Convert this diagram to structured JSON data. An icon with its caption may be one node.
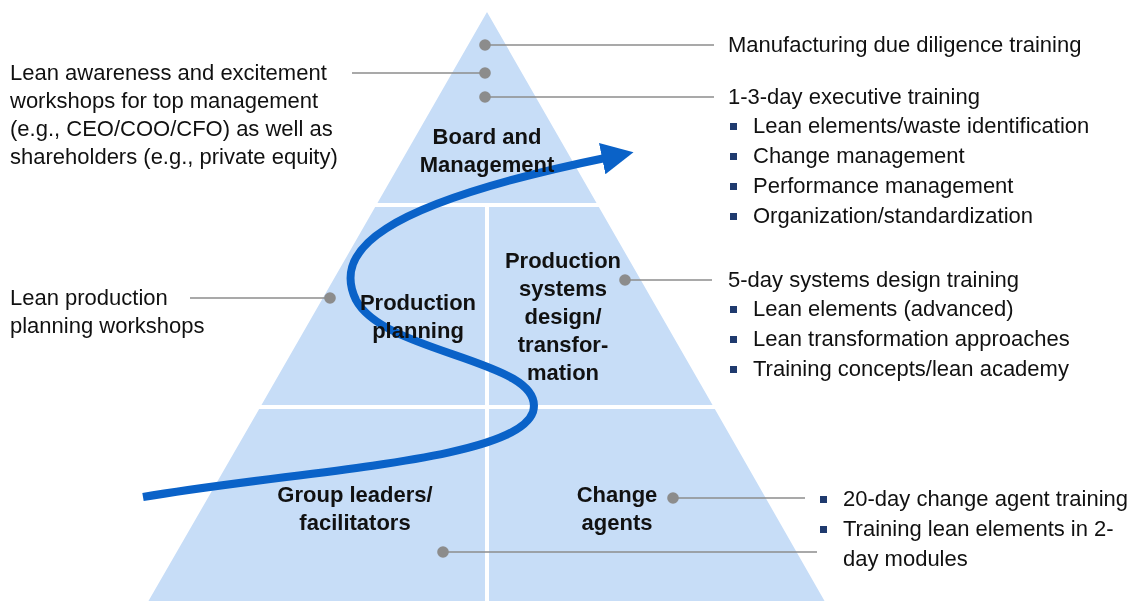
{
  "diagram": {
    "nodes": [
      {
        "text": [
          "Board and Management"
        ]
      },
      {
        "text": [
          "Production planning"
        ]
      },
      {
        "text": [
          "Production systems design/ transfor-mation"
        ]
      },
      {
        "text": [
          "Group leaders/ facilitators"
        ]
      },
      {
        "text": [
          "Change agents"
        ]
      },
      {
        "text": [
          "Lean awareness and excitement workshops for top management (e.g., CEO/COO/CFO) as well as shareholders (e.g., private equity)"
        ]
      },
      {
        "text": [
          "Manufacturing due diligence training"
        ]
      },
      {
        "text": [
          "1-3-day executive training",
          "Lean elements/waste identification",
          "Change management",
          "Performance management",
          "Organization/standardization"
        ]
      },
      {
        "text": [
          "Lean production planning workshops"
        ]
      },
      {
        "text": [
          "5-day systems design training",
          "Lean elements (advanced)",
          "Lean transformation approaches",
          "Training concepts/lean academy"
        ]
      },
      {
        "text": [
          "20-day change agent training"
        ]
      },
      {
        "text": [
          "Training lean elements in 2-day modules"
        ]
      }
    ],
    "edges": [
      {
        "from": 6,
        "to": 0,
        "arrow": "other"
      },
      {
        "from": 5,
        "to": 0,
        "arrow": "other"
      },
      {
        "from": 7,
        "to": 0,
        "arrow": "other"
      },
      {
        "from": 8,
        "to": 1,
        "arrow": "other"
      },
      {
        "from": 9,
        "to": 2,
        "arrow": "other"
      },
      {
        "from": 10,
        "to": 4,
        "arrow": "other"
      },
      {
        "from": 11,
        "to": 3,
        "arrow": "other"
      }
    ]
  }
}
